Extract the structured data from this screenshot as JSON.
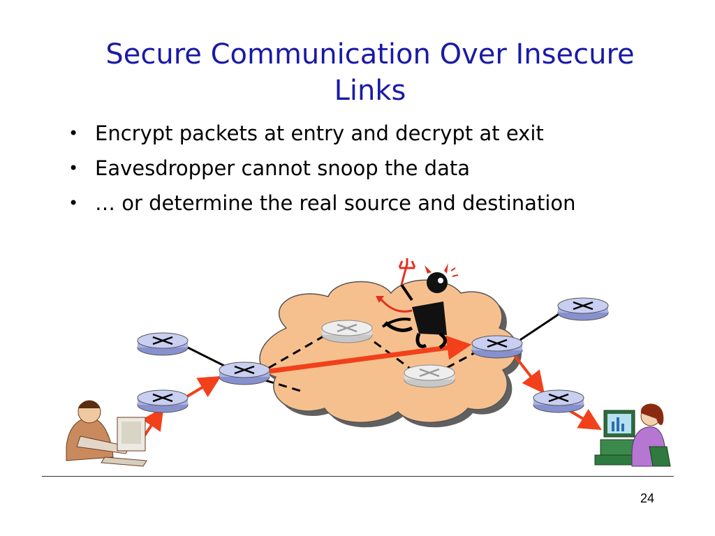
{
  "slide": {
    "title": "Secure Communication Over Insecure Links",
    "bullets": [
      "Encrypt packets at entry and decrypt at exit",
      "Eavesdropper cannot snoop the data",
      "… or determine the real source and destination"
    ],
    "page_number": "24"
  },
  "diagram": {
    "icons": [
      "router-icon",
      "cloud-icon",
      "devil-eavesdropper-icon",
      "user-at-computer-icon"
    ],
    "colors": {
      "cloud": "#f6c08e",
      "arrow": "#f2401a",
      "router_top": "#c9cff0",
      "router_body": "#a9b1e6",
      "title": "#1a1aa6"
    }
  }
}
